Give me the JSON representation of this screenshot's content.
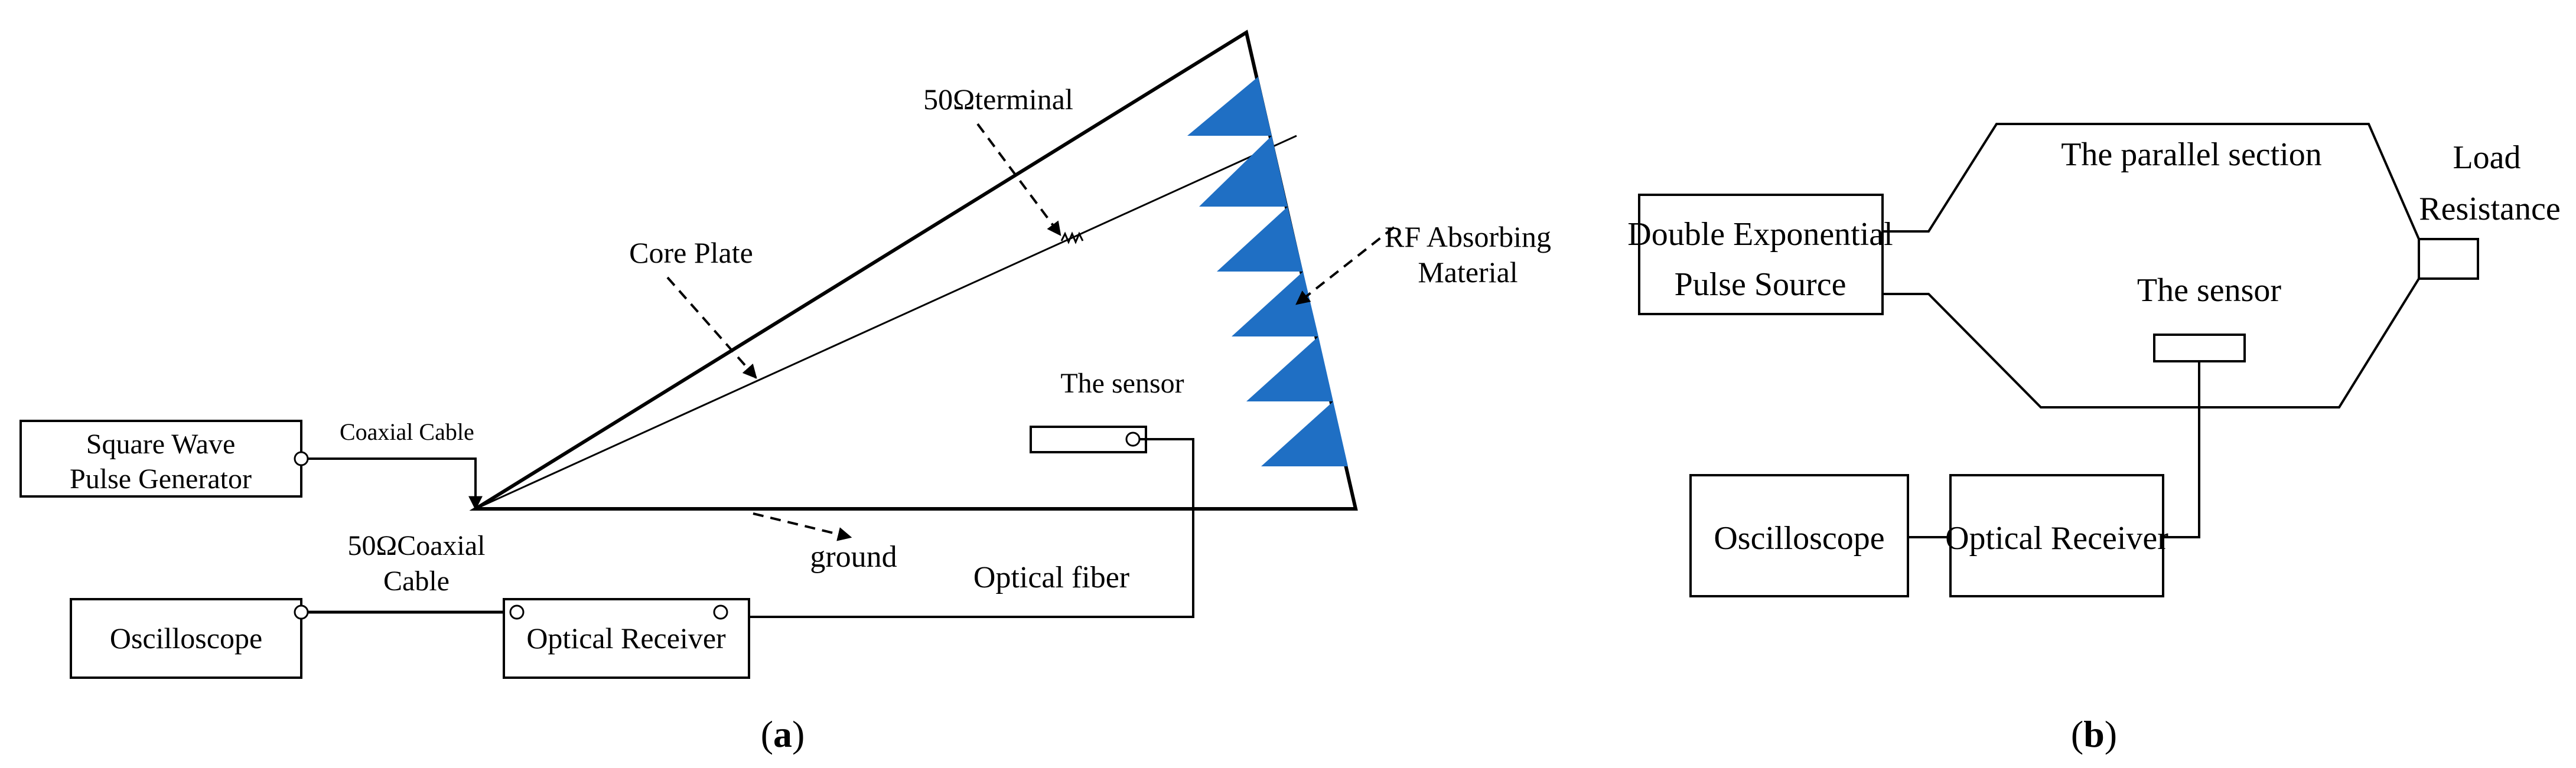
{
  "colors": {
    "absorber": "#1f6fc4",
    "line": "#000000",
    "background": "#ffffff"
  },
  "panel_a": {
    "caption_open": "(",
    "caption_letter": "a",
    "caption_close": ")",
    "square_wave_line1": "Square Wave",
    "square_wave_line2": "Pulse Generator",
    "coaxial_cable": "Coaxial Cable",
    "coax50_line1": "50ΩCoaxial",
    "coax50_line2": "Cable",
    "oscilloscope": "Oscilloscope",
    "optical_receiver": "Optical Receiver",
    "core_plate": "Core Plate",
    "terminal": "50Ωterminal",
    "rf_line1": "RF Absorbing",
    "rf_line2": "Material",
    "sensor": "The sensor",
    "ground": "ground",
    "optical_fiber": "Optical fiber"
  },
  "panel_b": {
    "caption_open": "(",
    "caption_letter": "b",
    "caption_close": ")",
    "source_line1": "Double  Exponential",
    "source_line2": "Pulse Source",
    "parallel_section": "The parallel section",
    "load_line1": "Load",
    "load_line2": "Resistance",
    "sensor": "The sensor",
    "oscilloscope": "Oscilloscope",
    "optical_receiver": "Optical Receiver"
  }
}
